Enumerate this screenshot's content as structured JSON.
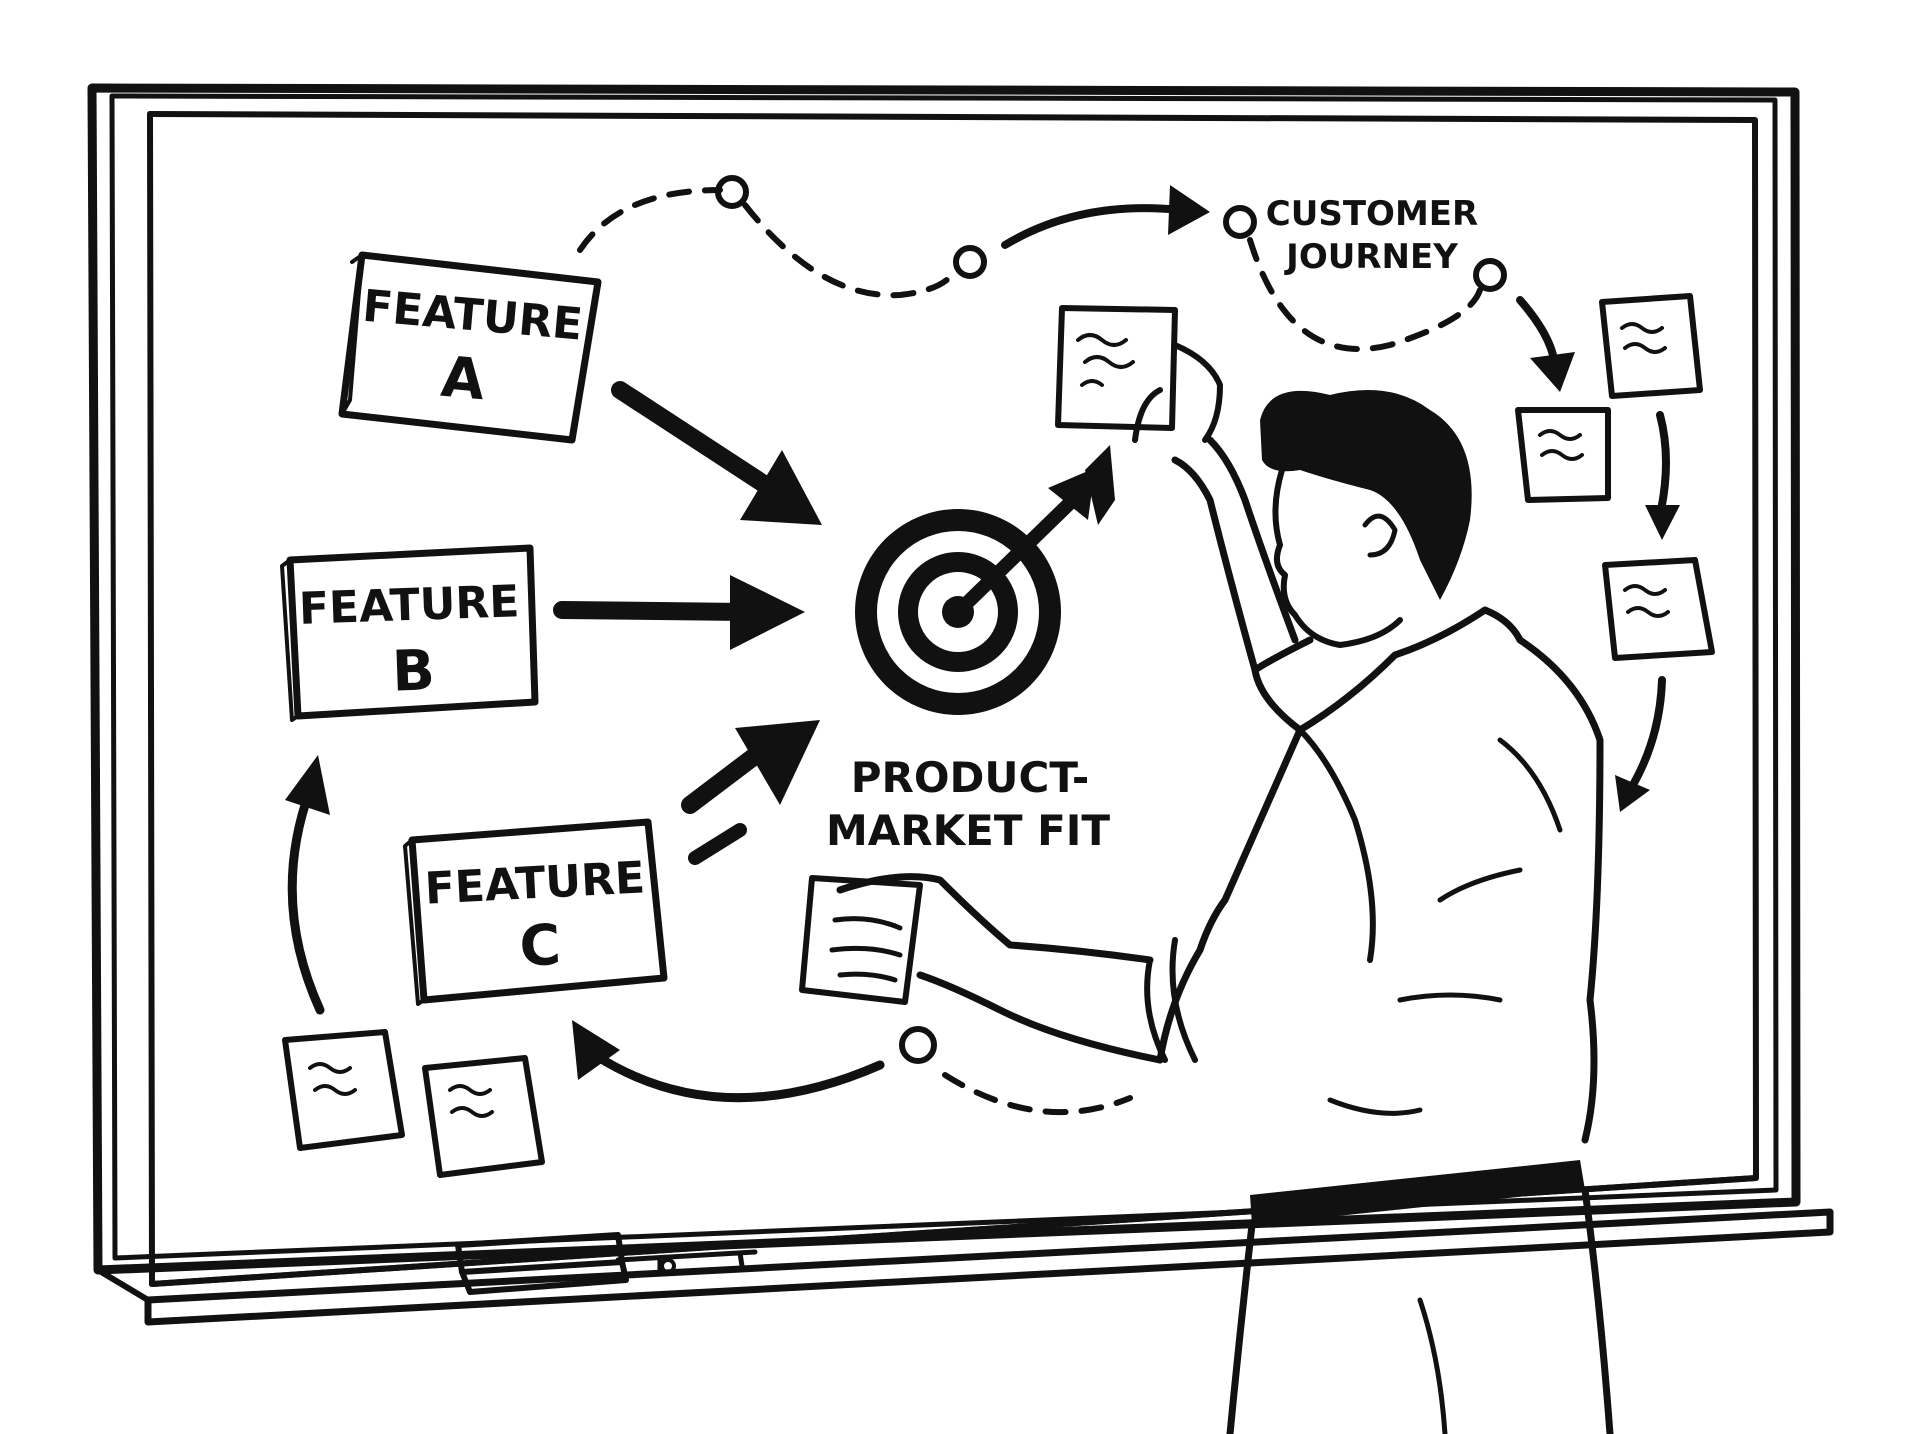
{
  "colors": {
    "ink": "#111111",
    "paper": "#ffffff"
  },
  "board": {
    "features": [
      {
        "line1": "FEATURE",
        "line2": "A"
      },
      {
        "line1": "FEATURE",
        "line2": "B"
      },
      {
        "line1": "FEATURE",
        "line2": "C"
      }
    ],
    "target_label": {
      "line1": "PRODUCT-",
      "line2": "MARKET FIT"
    },
    "journey_label": {
      "line1": "CUSTOMER",
      "line2": "JOURNEY"
    }
  },
  "icons": [
    "target-icon",
    "arrow-icon",
    "sticky-note-icon",
    "person-illustration",
    "eraser-icon",
    "marker-icon"
  ]
}
